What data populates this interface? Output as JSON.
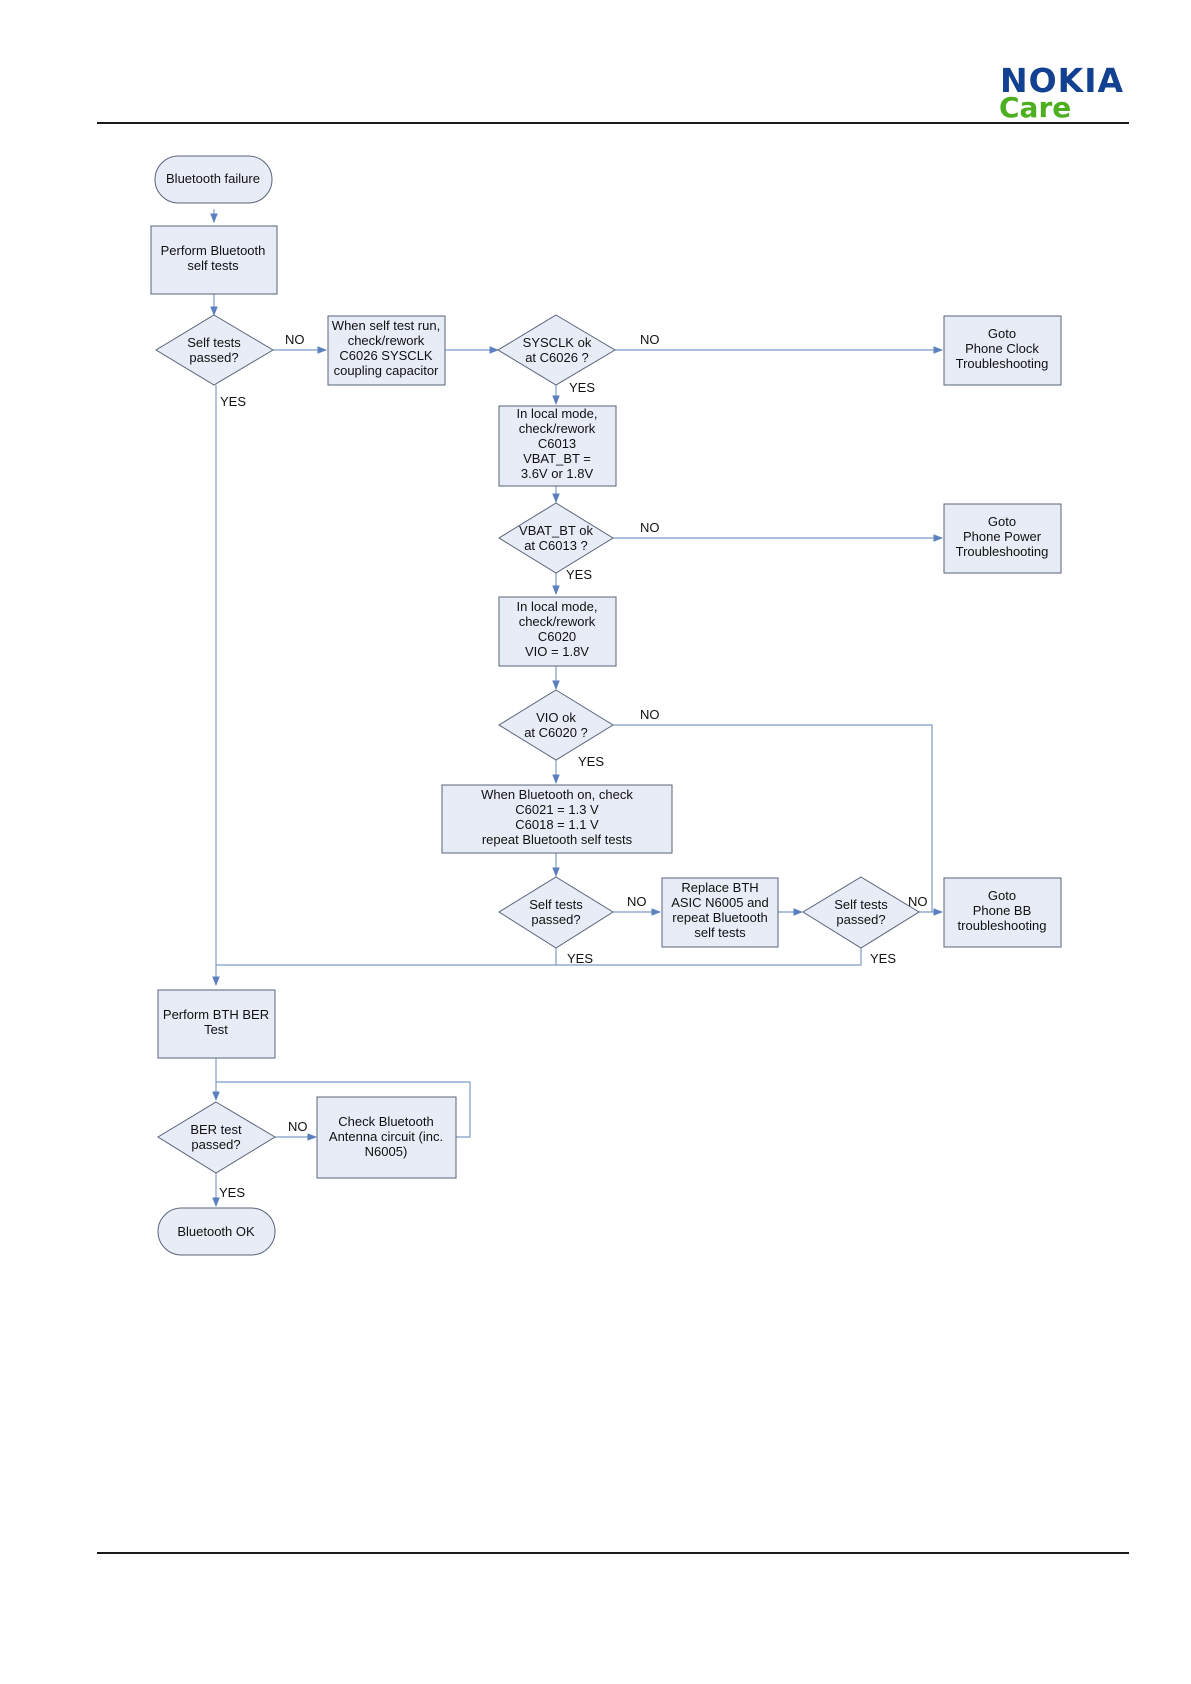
{
  "header": {
    "logo_brand": "NOKIA",
    "logo_sub": "Care",
    "brand_color": "#124191",
    "sub_color": "#4caf1f"
  },
  "flowchart": {
    "nodes": {
      "bt_failure": [
        "Bluetooth failure"
      ],
      "bt_selftest": [
        "Perform Bluetooth",
        "self tests"
      ],
      "selftest_passed_1": [
        "Self tests",
        "passed?"
      ],
      "check_sysclk_cap": [
        "When self test run,",
        "check/rework",
        "C6026 SYSCLK",
        "coupling capacitor"
      ],
      "sysclk_ok": [
        "SYSCLK ok",
        "at C6026 ?"
      ],
      "goto_clock": [
        "Goto",
        "Phone Clock",
        "Troubleshooting"
      ],
      "check_vbat": [
        "In local mode,",
        "check/rework",
        "C6013",
        "VBAT_BT =",
        "3.6V or 1.8V"
      ],
      "vbat_ok": [
        "VBAT_BT ok",
        "at C6013 ?"
      ],
      "goto_power": [
        "Goto",
        "Phone Power",
        "Troubleshooting"
      ],
      "check_vio": [
        "In local mode,",
        "check/rework",
        "C6020",
        "VIO = 1.8V"
      ],
      "vio_ok": [
        "VIO ok",
        "at C6020 ?"
      ],
      "check_bt_on": [
        "When Bluetooth on, check",
        "C6021 = 1.3 V",
        "C6018 = 1.1 V",
        "repeat Bluetooth self tests"
      ],
      "selftest_passed_2": [
        "Self tests",
        "passed?"
      ],
      "replace_asic": [
        "Replace BTH",
        "ASIC N6005 and",
        "repeat Bluetooth",
        "self tests"
      ],
      "selftest_passed_3": [
        "Self tests",
        "passed?"
      ],
      "goto_bb": [
        "Goto",
        "Phone BB",
        "troubleshooting"
      ],
      "ber_test": [
        "Perform BTH BER",
        "Test"
      ],
      "ber_passed": [
        "BER test",
        "passed?"
      ],
      "check_antenna": [
        "Check Bluetooth",
        "Antenna circuit (inc.",
        "N6005)"
      ],
      "bt_ok": [
        "Bluetooth OK"
      ]
    },
    "labels": {
      "yes": "YES",
      "no": "NO"
    },
    "line_color": "#7e9cc8",
    "box_fill": "#e7ecf7"
  }
}
